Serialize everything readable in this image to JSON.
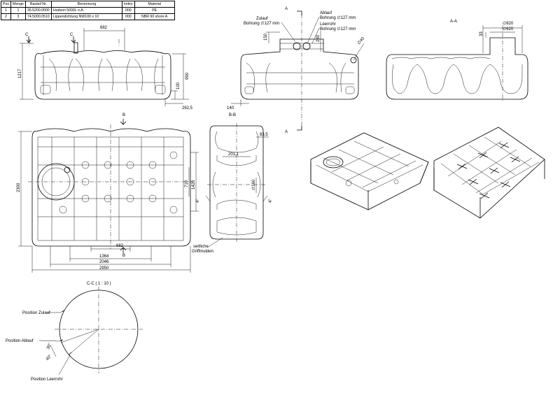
{
  "bom": {
    "headers": [
      "Pos",
      "Menge",
      "Bauteil Nr.",
      "Benennung",
      "Index",
      "Material"
    ],
    "rows": [
      [
        "1",
        "1",
        "35.5200.0000",
        "Hudson 5000L o.A.",
        "000",
        "PE"
      ],
      [
        "2",
        "3",
        "74.5000.0510",
        "Lippendichtung NW100 x 10",
        "000",
        "NBR 60 shore A"
      ]
    ]
  },
  "front_view": {
    "section_letter": "C",
    "dims": {
      "top_width": "682",
      "height_total": "1217",
      "height_990": "990",
      "height_100": "100",
      "offset_262": "262,5"
    }
  },
  "side_view": {
    "section_letter": "A",
    "inlet_label": "Zulauf",
    "inlet_bore": "Bohrung ∅127 mm",
    "outlet_label": "Ablauf",
    "outlet_bore": "Bohrung ∅127 mm",
    "drain_label": "Leerrohr",
    "drain_bore": "Bohrung ∅127 mm",
    "dims": {
      "d150": "150",
      "d280": "280",
      "d40": "∅40",
      "d140": "140"
    }
  },
  "section_aa": {
    "title": "A-A",
    "dims": {
      "d820": "∅820",
      "d620": "∅620",
      "d33": "33"
    }
  },
  "top_view": {
    "section_letter": "B",
    "dims": {
      "height_2300": "2300",
      "d1420": "1420",
      "d710": "710",
      "d682": "682",
      "d1364": "1364",
      "d2046": "2046",
      "d2950": "2950"
    }
  },
  "section_bb": {
    "title": "B-B",
    "dims": {
      "d83": "83,5",
      "d201": "201,1",
      "d160": "∅160",
      "ang1": "4°",
      "ang2": "4°"
    },
    "note_line1": "seitliche",
    "note_line2": "Griffmulden"
  },
  "section_cc": {
    "title": "C-C ( 1 : 10 )",
    "pos_inlet": "Position Zulauf",
    "pos_outlet": "Position Ablauf",
    "pos_drain": "Position Leerrohr",
    "ang1": "30°",
    "ang2": "40°"
  }
}
